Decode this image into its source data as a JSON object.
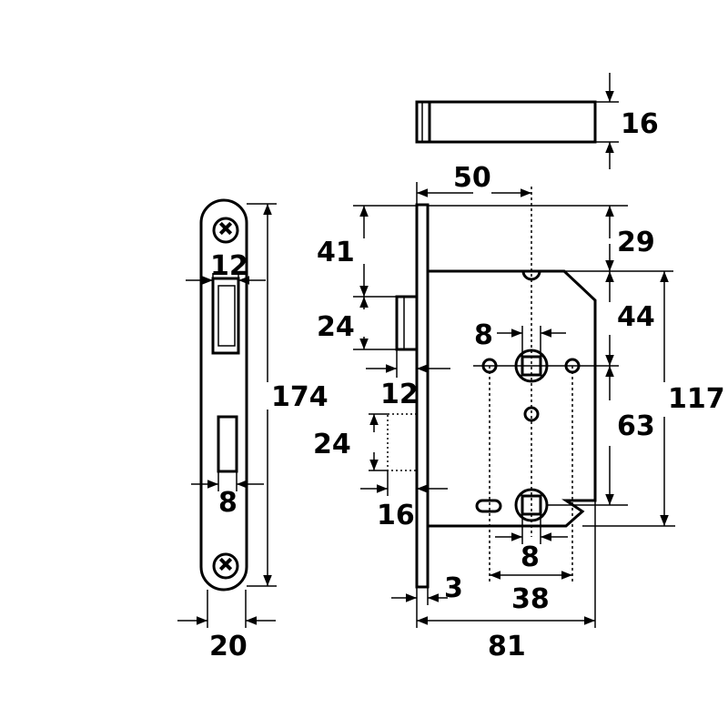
{
  "dimensions": {
    "strike_height": "16",
    "backset": "50",
    "top_offset": "29",
    "latch_top": "41",
    "latch_height": "24",
    "plate_slot_width": "12",
    "plate_height": "174",
    "body_top": "44",
    "spindle_size": "8",
    "latch_depth": "12",
    "total_height": "117",
    "centers": "63",
    "bolt_height": "24",
    "bolt_depth": "16",
    "slot_width": "8",
    "thumb_size": "8",
    "hole_spacing": "38",
    "plate_thickness": "3",
    "plate_width": "20",
    "body_depth": "81"
  }
}
